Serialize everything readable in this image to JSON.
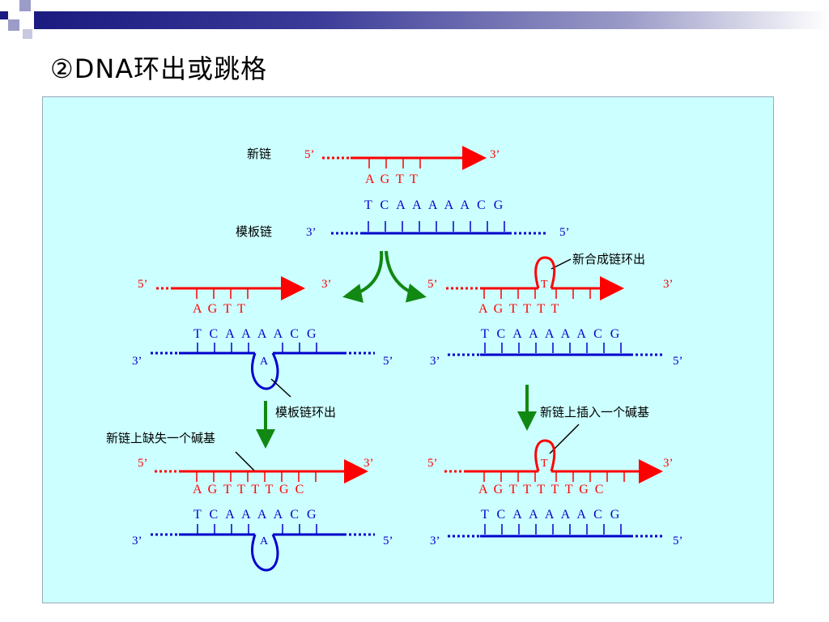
{
  "slide": {
    "title": "②DNA环出或跳格"
  },
  "colors": {
    "new_strand": "#ff0000",
    "template_strand": "#0000cc",
    "arrow_green": "#118811",
    "panel_bg": "#ccffff",
    "header_dark": "#1a1a80"
  },
  "diagram": {
    "top": {
      "new_label": "新链",
      "template_label": "模板链",
      "new_5": "5’",
      "new_3": "3’",
      "new_bases": "A G T T",
      "template_bases": "T C A A A A A C G",
      "template_3": "3’",
      "template_5": "5’"
    },
    "left_mid": {
      "new_5": "5’",
      "new_3": "3’",
      "new_bases": "A G T T",
      "template_bases": "T C A A A A C G",
      "loop_base": "A",
      "template_3": "3’",
      "template_5": "5’",
      "annotation": "模板链环出"
    },
    "right_mid": {
      "new_5": "5’",
      "new_3": "3’",
      "loop_base": "T",
      "new_bases": "A G T T T T",
      "template_bases": "T C A A A A A C G",
      "template_3": "3’",
      "template_5": "5’",
      "annotation": "新合成链环出"
    },
    "left_bottom": {
      "annotation": "新链上缺失一个碱基",
      "new_5": "5’",
      "new_3": "3’",
      "new_bases": "A G T T T T G C",
      "template_bases": "T C A A A A C G",
      "loop_base": "A",
      "template_3": "3’",
      "template_5": "5’"
    },
    "right_bottom": {
      "annotation": "新链上插入一个碱基",
      "new_5": "5’",
      "new_3": "3’",
      "loop_base": "T",
      "new_bases": "A G T T T T T G C",
      "template_bases": "T C A A A A A C G",
      "template_3": "3’",
      "template_5": "5’"
    }
  }
}
